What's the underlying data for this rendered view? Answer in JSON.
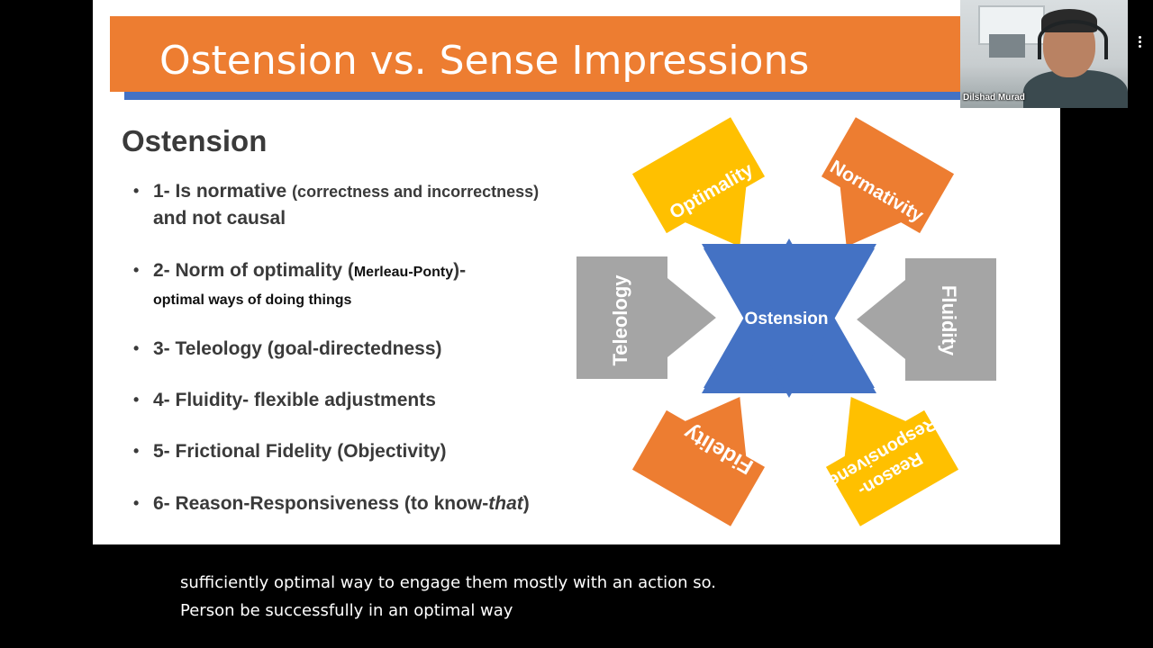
{
  "slide": {
    "title": "Ostension vs. Sense Impressions",
    "heading": "Ostension",
    "bullets": [
      {
        "lead": "1- Is normative ",
        "paren": "(correctness and incorrectness)",
        "tail": " and not causal"
      },
      {
        "lead": "2- Norm of optimality (",
        "paren": "Merleau-Ponty",
        "tail": ")-",
        "line2": "optimal ways of doing things"
      },
      {
        "text": "3- Teleology (goal-directedness)"
      },
      {
        "text": "4- Fluidity- flexible adjustments"
      },
      {
        "text": "5- Frictional Fidelity (Objectivity)"
      },
      {
        "lead": "6- Reason-Responsiveness (to know-",
        "italic": "that",
        "tail": ")"
      }
    ],
    "bullet_glyph": "•"
  },
  "diagram": {
    "center": "Ostension",
    "labels": {
      "optimality": "Optimality",
      "normativity": "Normativity",
      "teleology": "Teleology",
      "fluidity": "Fluidity",
      "fidelity": "Fidelity",
      "reason": "Reason-",
      "responsiveness": "Responsivenes"
    },
    "colors": {
      "orange": "#ed7d31",
      "yellow": "#ffc000",
      "gray": "#a5a5a5",
      "blue": "#4472c4"
    }
  },
  "webcam": {
    "participant_name": "Dilshad Murad"
  },
  "captions": [
    "sufficiently optimal way to engage them mostly with an action so.",
    "Person be successfully in an optimal way"
  ],
  "colors": {
    "title_bar": "#ed7d31",
    "underline": "#4472c4"
  }
}
